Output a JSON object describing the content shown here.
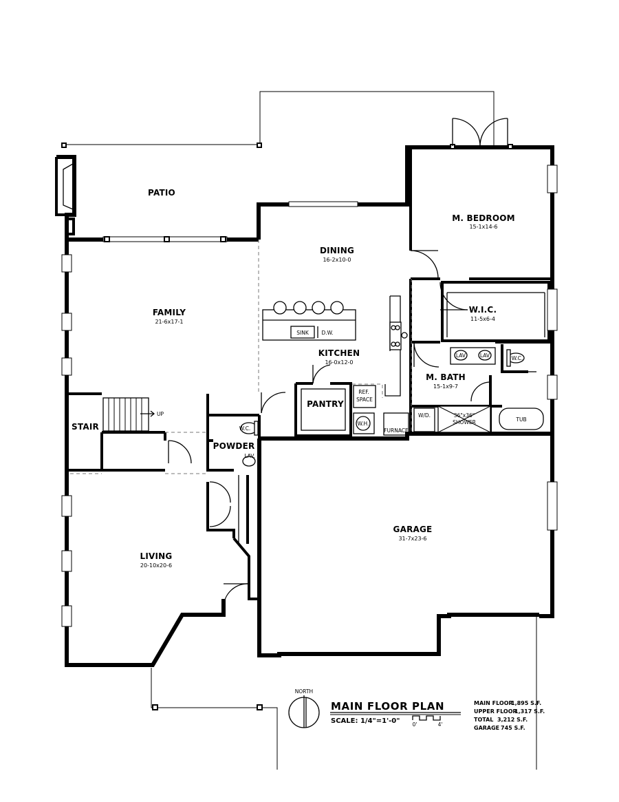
{
  "rooms": {
    "patio": {
      "name": "PATIO"
    },
    "family": {
      "name": "FAMILY",
      "dim": "21-6x17-1"
    },
    "dining": {
      "name": "DINING",
      "dim": "16-2x10-0"
    },
    "kitchen": {
      "name": "KITCHEN",
      "dim": "16-0x12-0"
    },
    "pantry": {
      "name": "PANTRY"
    },
    "bedroom": {
      "name": "M. BEDROOM",
      "dim": "15-1x14-6"
    },
    "wic": {
      "name": "W.I.C.",
      "dim": "11-5x6-4"
    },
    "bath": {
      "name": "M. BATH",
      "dim": "15-1x9-7"
    },
    "stair": {
      "name": "STAIR"
    },
    "powder": {
      "name": "POWDER"
    },
    "living": {
      "name": "LIVING",
      "dim": "20-10x20-6"
    },
    "garage": {
      "name": "GARAGE",
      "dim": "31-7x23-6"
    }
  },
  "labels": {
    "sink": "SINK",
    "dw": "D.W.",
    "ref1": "REF.",
    "ref2": "SPACE",
    "wh": "W.H.",
    "furnace": "FURNACE",
    "wd": "W/D.",
    "shower1": "36\"x36\"",
    "shower2": "SHOWER",
    "tub": "TUB",
    "up": "UP",
    "wc": "W.C.",
    "lav": "LAV.",
    "lav_bath": "LAV"
  },
  "legend": {
    "north": "NORTH",
    "title": "MAIN FLOOR PLAN",
    "scale": "SCALE: 1/4\"=1'-0\"",
    "scale_zero": "0'",
    "scale_four": "4'"
  },
  "areas": [
    {
      "label": "MAIN FLOOR",
      "value": "1,895 S.F."
    },
    {
      "label": "UPPER FLOOR",
      "value": "1,317 S.F."
    },
    {
      "label": "TOTAL",
      "value": "3,212 S.F."
    },
    {
      "label": "GARAGE",
      "value": "745 S.F."
    }
  ]
}
